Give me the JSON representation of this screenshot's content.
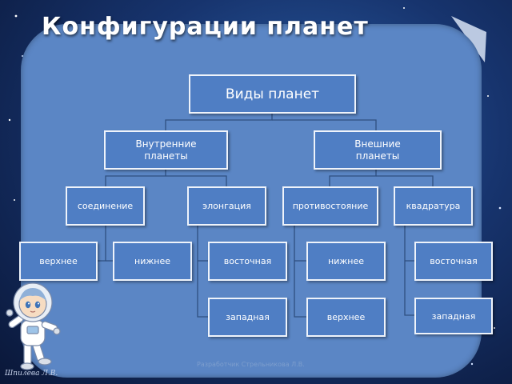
{
  "title": "Конфигурации планет",
  "diagram": {
    "root": "Виды планет",
    "inner": {
      "label": "Внутренние\nпланеты",
      "configs": [
        {
          "label": "соединение",
          "children": [
            "верхнее",
            "нижнее"
          ]
        },
        {
          "label": "элонгация",
          "children": [
            "восточная",
            "западная"
          ]
        }
      ]
    },
    "outer": {
      "label": "Внешние\nпланеты",
      "configs": [
        {
          "label": "противостояние",
          "children": [
            "нижнее",
            "верхнее"
          ]
        },
        {
          "label": "квадратура",
          "children": [
            "восточная",
            "западная"
          ]
        }
      ]
    }
  },
  "footer": "Разработчик Стрельникова Л.В.",
  "signature": "Шпилева Л.В.",
  "colors": {
    "box_fill": "#4f7ec4",
    "panel": "#5b86c5",
    "lines": "#2f4f80"
  },
  "icons": [
    "astronaut-illustration",
    "stars-background"
  ]
}
